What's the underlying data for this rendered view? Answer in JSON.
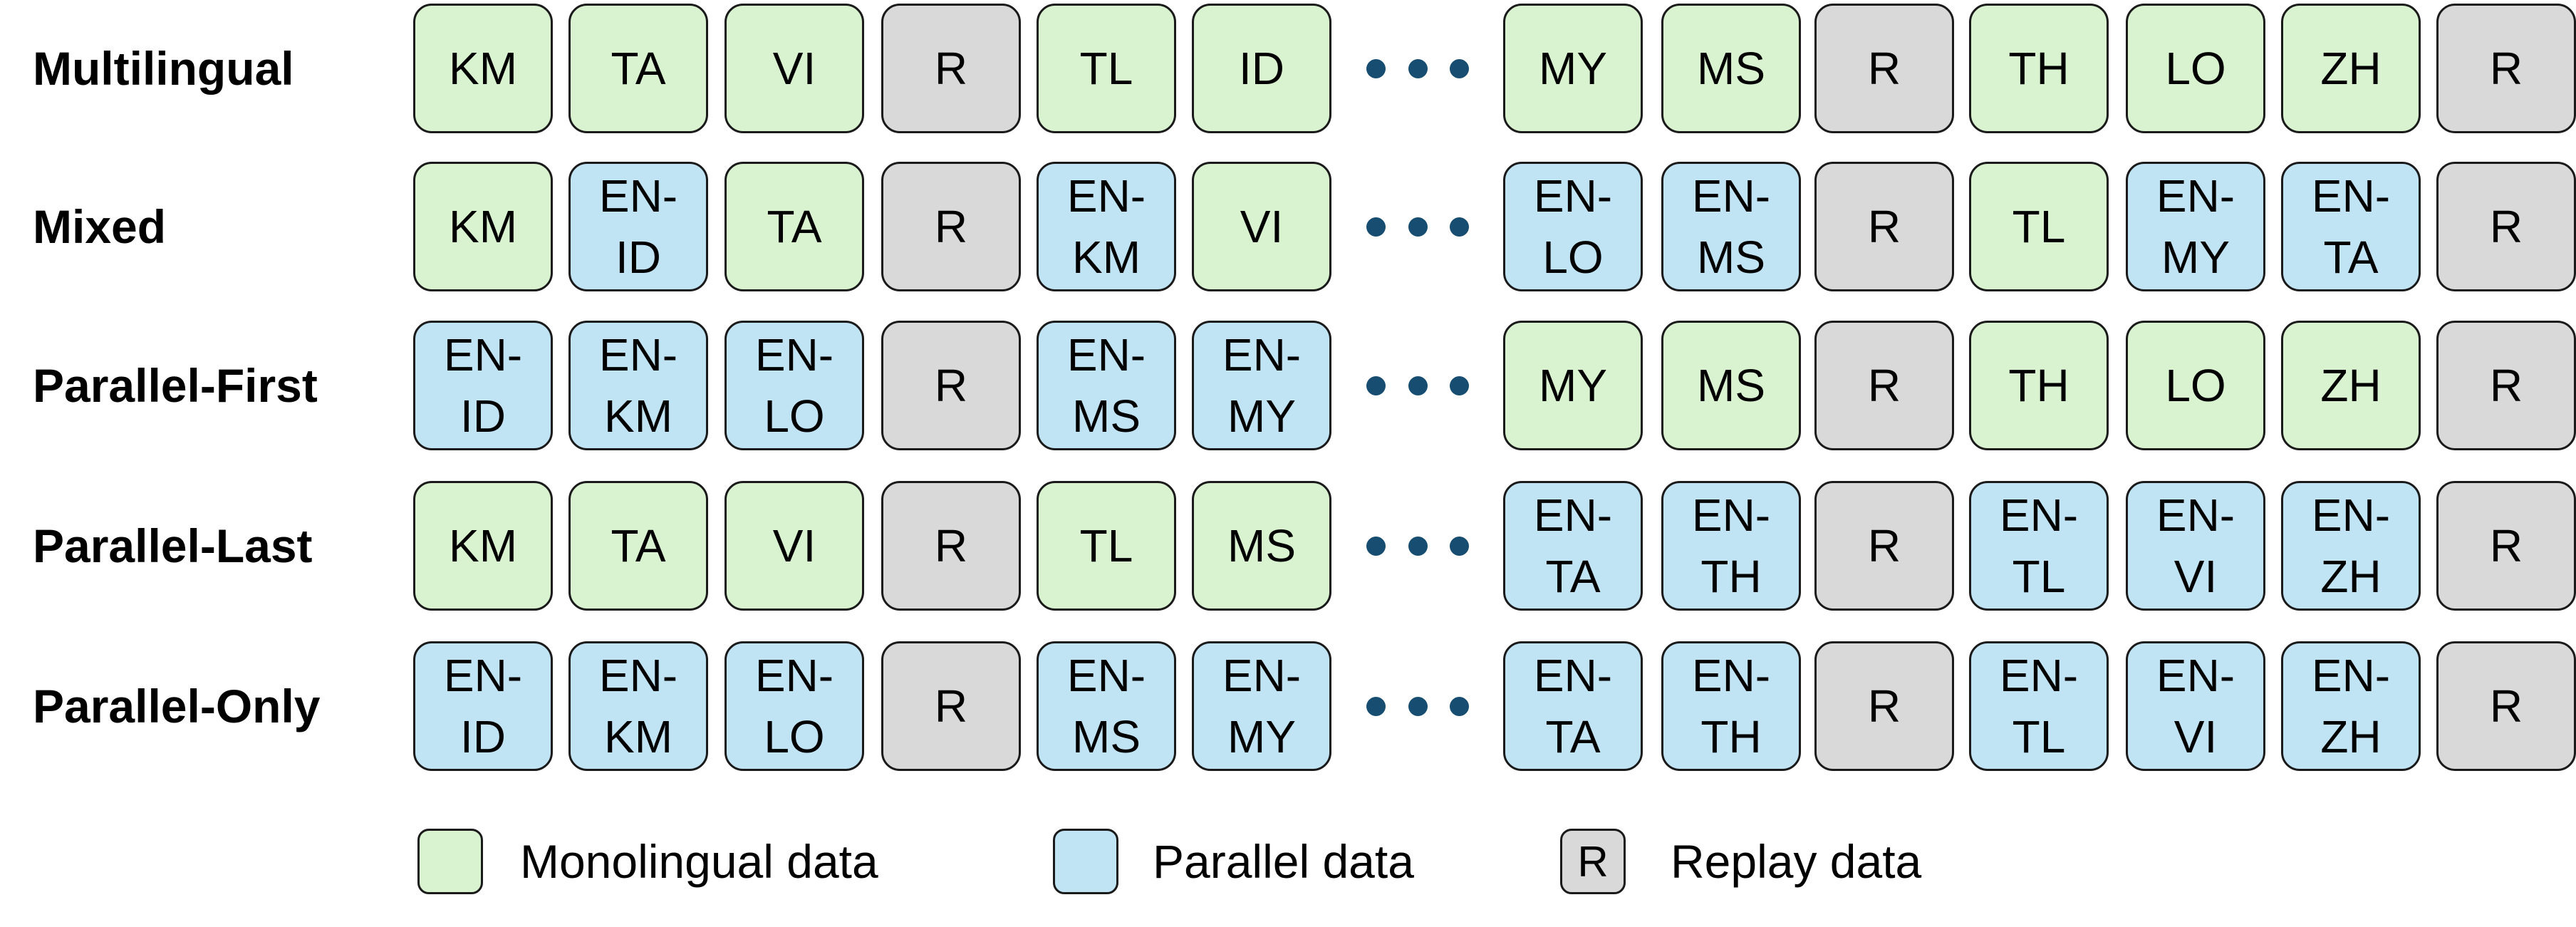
{
  "colors": {
    "monolingual": "#d9f2d0",
    "parallel": "#c1e4f5",
    "replay": "#d9d9d9",
    "border": "#1a1a1a",
    "ellipsis": "#164d70"
  },
  "rows": [
    {
      "label": "Multilingual",
      "left": [
        {
          "text": "KM",
          "kind": "monolingual"
        },
        {
          "text": "TA",
          "kind": "monolingual"
        },
        {
          "text": "VI",
          "kind": "monolingual"
        },
        {
          "text": "R",
          "kind": "replay"
        },
        {
          "text": "TL",
          "kind": "monolingual"
        },
        {
          "text": "ID",
          "kind": "monolingual"
        }
      ],
      "right": [
        {
          "text": "MY",
          "kind": "monolingual"
        },
        {
          "text": "MS",
          "kind": "monolingual"
        },
        {
          "text": "R",
          "kind": "replay"
        },
        {
          "text": "TH",
          "kind": "monolingual"
        },
        {
          "text": "LO",
          "kind": "monolingual"
        },
        {
          "text": "ZH",
          "kind": "monolingual"
        },
        {
          "text": "R",
          "kind": "replay"
        }
      ]
    },
    {
      "label": "Mixed",
      "left": [
        {
          "text": "KM",
          "kind": "monolingual"
        },
        {
          "text": "EN-\nID",
          "kind": "parallel"
        },
        {
          "text": "TA",
          "kind": "monolingual"
        },
        {
          "text": "R",
          "kind": "replay"
        },
        {
          "text": "EN-\nKM",
          "kind": "parallel"
        },
        {
          "text": "VI",
          "kind": "monolingual"
        }
      ],
      "right": [
        {
          "text": "EN-\nLO",
          "kind": "parallel"
        },
        {
          "text": "EN-\nMS",
          "kind": "parallel"
        },
        {
          "text": "R",
          "kind": "replay"
        },
        {
          "text": "TL",
          "kind": "monolingual"
        },
        {
          "text": "EN-\nMY",
          "kind": "parallel"
        },
        {
          "text": "EN-\nTA",
          "kind": "parallel"
        },
        {
          "text": "R",
          "kind": "replay"
        }
      ]
    },
    {
      "label": "Parallel-First",
      "left": [
        {
          "text": "EN-\nID",
          "kind": "parallel"
        },
        {
          "text": "EN-\nKM",
          "kind": "parallel"
        },
        {
          "text": "EN-\nLO",
          "kind": "parallel"
        },
        {
          "text": "R",
          "kind": "replay"
        },
        {
          "text": "EN-\nMS",
          "kind": "parallel"
        },
        {
          "text": "EN-\nMY",
          "kind": "parallel"
        }
      ],
      "right": [
        {
          "text": "MY",
          "kind": "monolingual"
        },
        {
          "text": "MS",
          "kind": "monolingual"
        },
        {
          "text": "R",
          "kind": "replay"
        },
        {
          "text": "TH",
          "kind": "monolingual"
        },
        {
          "text": "LO",
          "kind": "monolingual"
        },
        {
          "text": "ZH",
          "kind": "monolingual"
        },
        {
          "text": "R",
          "kind": "replay"
        }
      ]
    },
    {
      "label": "Parallel-Last",
      "left": [
        {
          "text": "KM",
          "kind": "monolingual"
        },
        {
          "text": "TA",
          "kind": "monolingual"
        },
        {
          "text": "VI",
          "kind": "monolingual"
        },
        {
          "text": "R",
          "kind": "replay"
        },
        {
          "text": "TL",
          "kind": "monolingual"
        },
        {
          "text": "MS",
          "kind": "monolingual"
        }
      ],
      "right": [
        {
          "text": "EN-\nTA",
          "kind": "parallel"
        },
        {
          "text": "EN-\nTH",
          "kind": "parallel"
        },
        {
          "text": "R",
          "kind": "replay"
        },
        {
          "text": "EN-\nTL",
          "kind": "parallel"
        },
        {
          "text": "EN-\nVI",
          "kind": "parallel"
        },
        {
          "text": "EN-\nZH",
          "kind": "parallel"
        },
        {
          "text": "R",
          "kind": "replay"
        }
      ]
    },
    {
      "label": "Parallel-Only",
      "left": [
        {
          "text": "EN-\nID",
          "kind": "parallel"
        },
        {
          "text": "EN-\nKM",
          "kind": "parallel"
        },
        {
          "text": "EN-\nLO",
          "kind": "parallel"
        },
        {
          "text": "R",
          "kind": "replay"
        },
        {
          "text": "EN-\nMS",
          "kind": "parallel"
        },
        {
          "text": "EN-\nMY",
          "kind": "parallel"
        }
      ],
      "right": [
        {
          "text": "EN-\nTA",
          "kind": "parallel"
        },
        {
          "text": "EN-\nTH",
          "kind": "parallel"
        },
        {
          "text": "R",
          "kind": "replay"
        },
        {
          "text": "EN-\nTL",
          "kind": "parallel"
        },
        {
          "text": "EN-\nVI",
          "kind": "parallel"
        },
        {
          "text": "EN-\nZH",
          "kind": "parallel"
        },
        {
          "text": "R",
          "kind": "replay"
        }
      ]
    }
  ],
  "legend": [
    {
      "kind": "monolingual",
      "swatch_text": "",
      "label": "Monolingual data"
    },
    {
      "kind": "parallel",
      "swatch_text": "",
      "label": "Parallel data"
    },
    {
      "kind": "replay",
      "swatch_text": "R",
      "label": "Replay data"
    }
  ]
}
